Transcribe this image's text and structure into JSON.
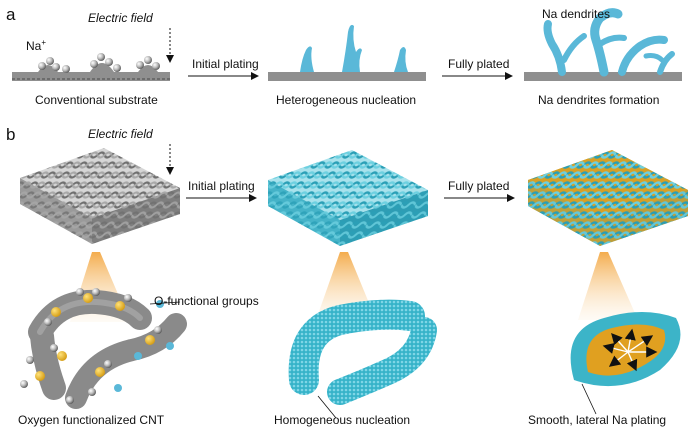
{
  "panel_a": {
    "label": "a",
    "electric_field": "Electric field",
    "ion_label": "Na",
    "ion_charge": "+",
    "na_dendrites": "Na dendrites",
    "arrow1": "Initial plating",
    "arrow2": "Fully plated",
    "caption1": "Conventional substrate",
    "caption2": "Heterogeneous nucleation",
    "caption3": "Na dendrites formation"
  },
  "panel_b": {
    "label": "b",
    "electric_field": "Electric field",
    "arrow1": "Initial plating",
    "arrow2": "Fully plated",
    "o_groups": "O-functional groups",
    "caption1": "Oxygen functionalized CNT",
    "caption2": "Homogeneous nucleation",
    "caption3": "Smooth, lateral Na plating"
  },
  "colors": {
    "substrate": "#8f8f8f",
    "sodium_blue": "#5ab8d8",
    "cnt_gray": "#888888",
    "cnt_cyan": "#3cb4c8",
    "gold": "#e0a020",
    "beam": "#f5c27a"
  }
}
